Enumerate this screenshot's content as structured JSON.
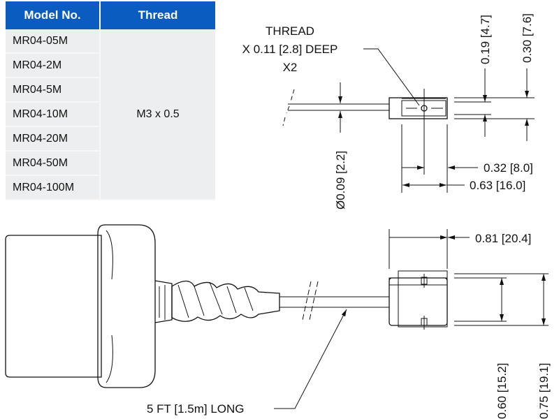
{
  "table": {
    "headers": [
      "Model No.",
      "Thread"
    ],
    "models": [
      "MR04-05M",
      "MR04-2M",
      "MR04-5M",
      "MR04-10M",
      "MR04-20M",
      "MR04-50M",
      "MR04-100M"
    ],
    "thread": "M3 x 0.5",
    "header_color": "#0b5cc0"
  },
  "drawing": {
    "thread_note": [
      "THREAD",
      "X 0.11 [2.8] DEEP",
      "X2"
    ],
    "cable_diameter": "Ø0.09 [2.2]",
    "dim_019": "0.19 [4.7]",
    "dim_030": "0.30 [7.6]",
    "dim_032": "0.32 [8.0]",
    "dim_063": "0.63 [16.0]",
    "dim_081": "0.81 [20.4]",
    "dim_060": "0.60 [15.2]",
    "dim_075": "0.75 [19.1]",
    "cable_length": "5 FT [1.5m] LONG"
  }
}
